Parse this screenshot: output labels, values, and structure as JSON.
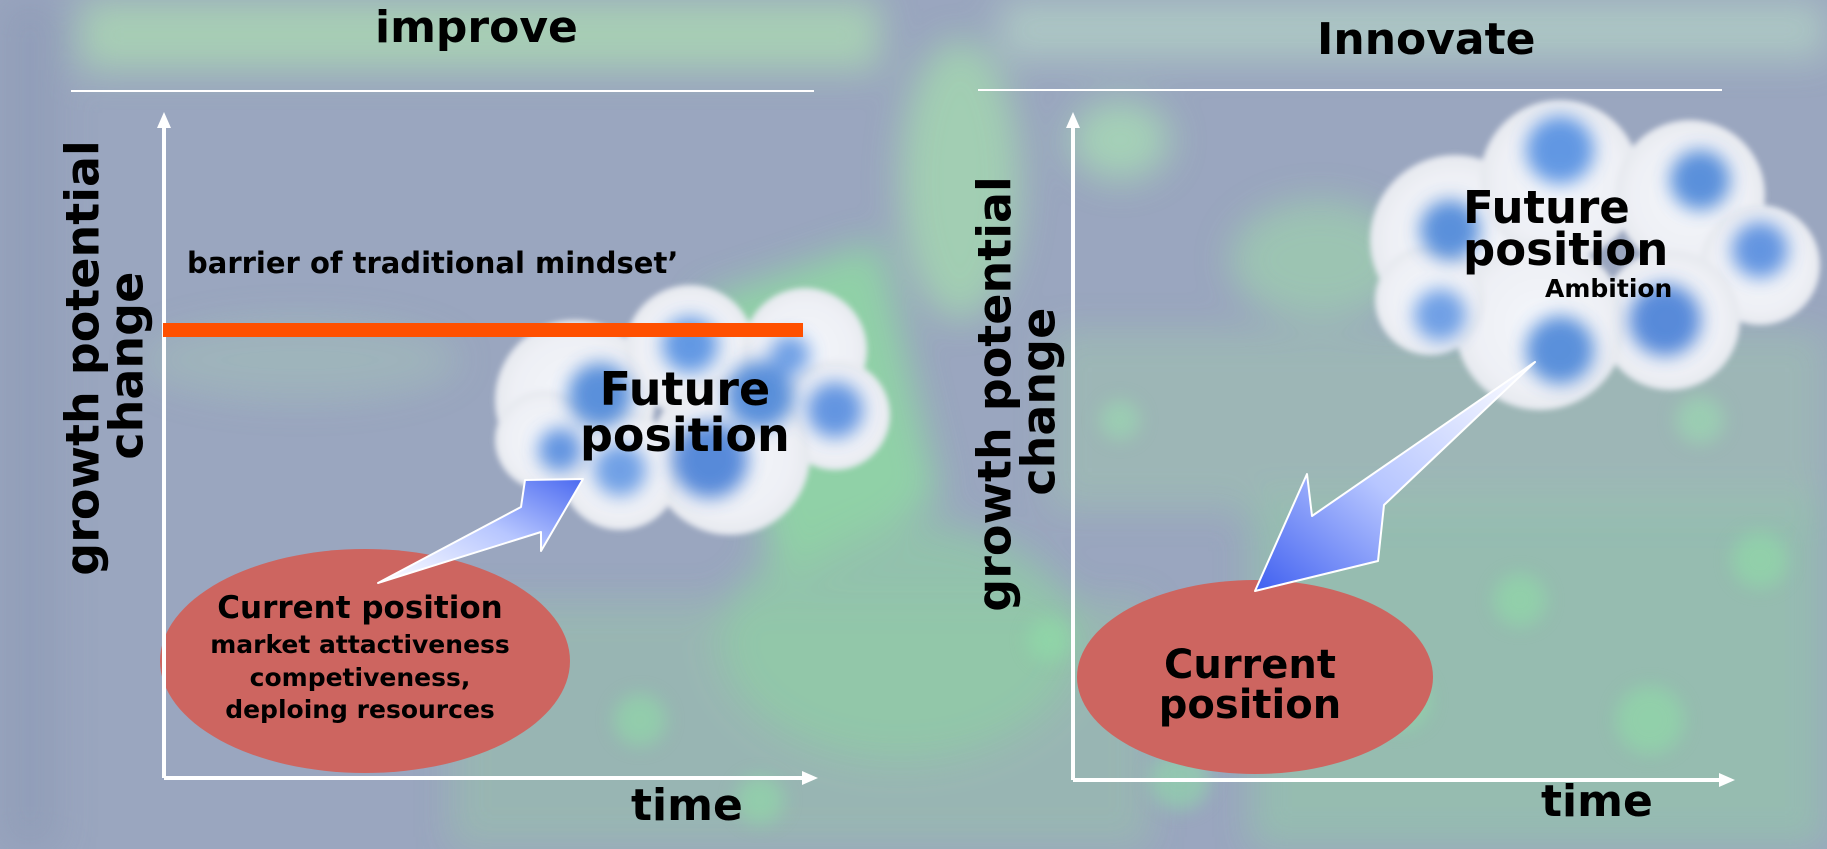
{
  "left_panel": {
    "title": "improve",
    "y_axis_label_line1": "growth potential",
    "y_axis_label_line2": "change",
    "x_axis_label": "time",
    "barrier_label": "barrier of traditional mindset’",
    "future": {
      "line1": "Future",
      "line2": "position"
    },
    "current": {
      "title": "Current position",
      "line1": "market attactiveness",
      "line2": "competiveness,",
      "line3": "deploing resources"
    }
  },
  "right_panel": {
    "title": "Innovate",
    "y_axis_label_line1": "growth potential",
    "y_axis_label_line2": "change",
    "x_axis_label": "time",
    "future": {
      "line1": "Future",
      "line2": "position",
      "line3": "Ambition"
    },
    "current": {
      "line1": "Current",
      "line2": "position"
    }
  },
  "colors": {
    "background": "#9aa6bf",
    "green_accent": "#a7d9b0",
    "barrier": "#ff5000",
    "current_ellipse": "#cd6560",
    "cloud_blue": "#3f7fd6",
    "arrow_blue": "#5a7cf0",
    "axis": "#ffffff"
  }
}
